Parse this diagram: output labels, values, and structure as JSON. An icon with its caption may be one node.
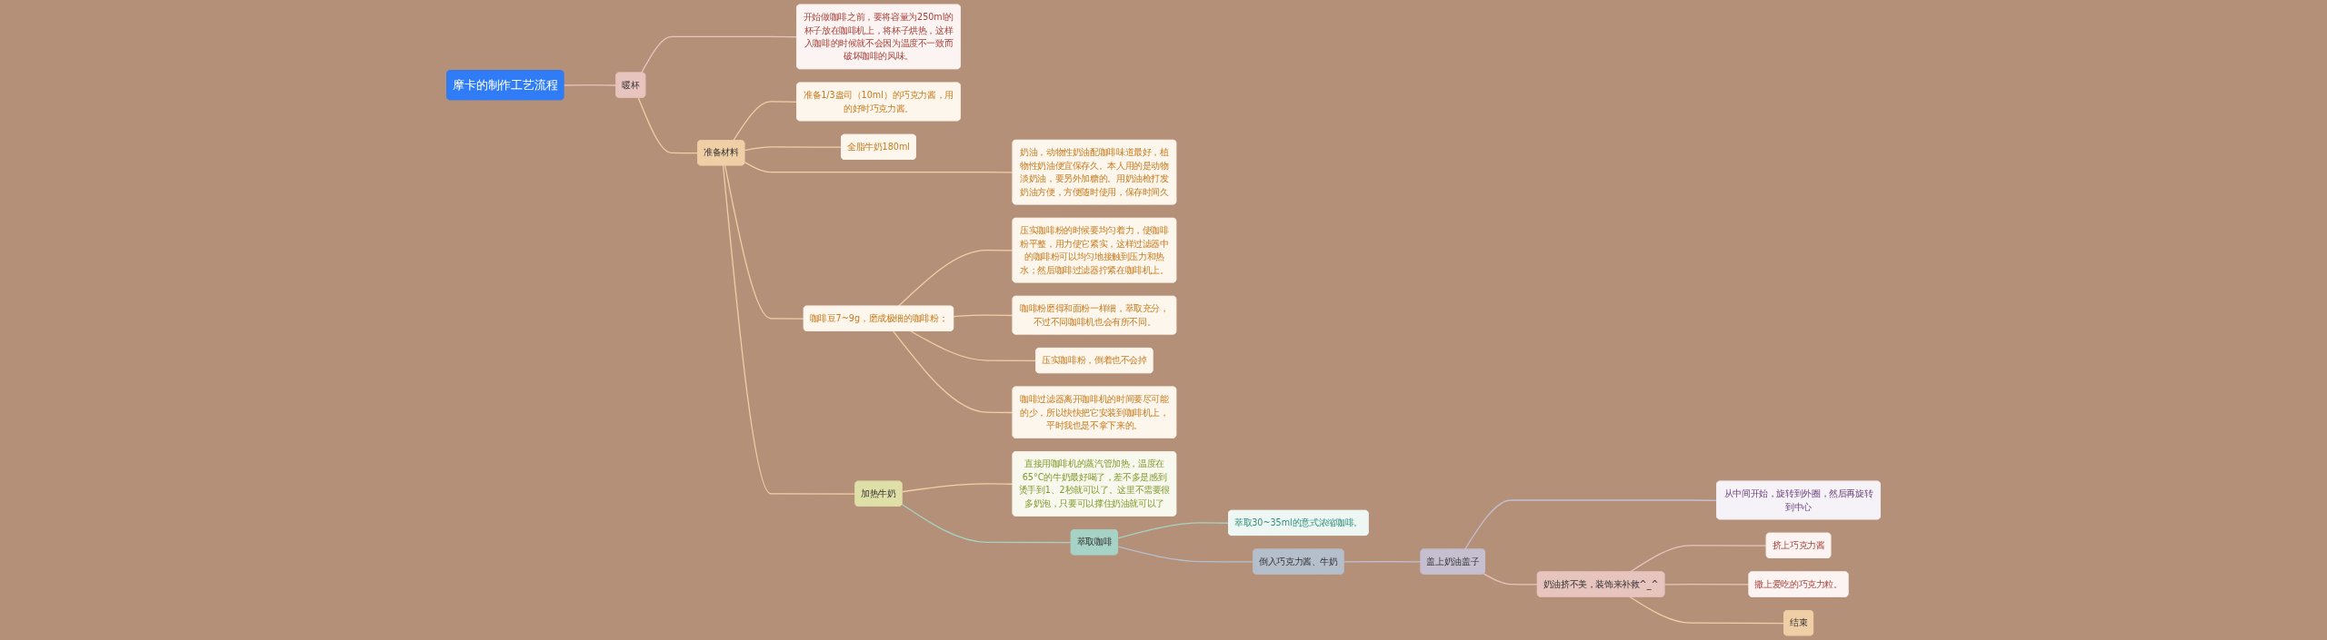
{
  "diagram": {
    "nodes": [
      {
        "text": [
          "摩卡的制作工艺流程"
        ]
      },
      {
        "text": [
          "暖杯"
        ]
      },
      {
        "text": [
          "开始做咖啡之前，要将容量为250ml的杯子放在咖啡机上，将杯子烘热，这样入咖啡的时候就不会因为温度不一致而破坏咖啡的风味。"
        ]
      },
      {
        "text": [
          "准备材料"
        ]
      },
      {
        "text": [
          "准备1/3盎司（10ml）的巧克力酱，用的好时巧克力酱。"
        ]
      },
      {
        "text": [
          "全脂牛奶180ml"
        ]
      },
      {
        "text": [
          "奶油，动物性奶油配咖啡味道最好，植物性奶油便宜保存久。本人用的是动物淡奶油，要另外加糖的。用奶油枪打发奶油方便，方便随时使用，保存时间久"
        ]
      },
      {
        "text": [
          "咖啡豆7~9g，磨成极细的咖啡粉；"
        ]
      },
      {
        "text": [
          "压实咖啡粉的时候要均匀着力，使咖啡粉平整，用力使它紧实，这样过滤器中的咖啡粉可以均匀地接触到压力和热水；然后咖啡过滤器拧紧在咖啡机上。"
        ]
      },
      {
        "text": [
          "咖啡粉磨得和面粉一样细，萃取充分，不过不同咖啡机也会有所不同。"
        ]
      },
      {
        "text": [
          "压实咖啡粉，倒着也不会掉"
        ]
      },
      {
        "text": [
          "咖啡过滤器离开咖啡机的时间要尽可能的少，所以快快把它安装到咖啡机上，平时我也是不拿下来的。"
        ]
      },
      {
        "text": [
          "加热牛奶"
        ]
      },
      {
        "text": [
          "直接用咖啡机的蒸汽管加热，温度在65°C的牛奶最好喝了，差不多是感到烫手到1、2秒就可以了。这里不需要很多奶泡，只要可以撑住奶油就可以了"
        ]
      },
      {
        "text": [
          "萃取咖啡"
        ]
      },
      {
        "text": [
          "萃取30~35ml的意式浓缩咖啡。"
        ]
      },
      {
        "text": [
          "倒入巧克力酱、牛奶"
        ]
      },
      {
        "text": [
          "盖上奶油盖子"
        ]
      },
      {
        "text": [
          "从中间开始，旋转到外圈，然后再旋转到中心"
        ]
      },
      {
        "text": [
          "奶油挤不美，装饰来补救^_^"
        ]
      },
      {
        "text": [
          "挤上巧克力酱"
        ]
      },
      {
        "text": [
          "撒上爱吃的巧克力粒。"
        ]
      },
      {
        "text": [
          "结束"
        ]
      }
    ],
    "edges": [
      {
        "from": 0,
        "to": 1,
        "arrow": "none",
        "color": "#e8c4bf"
      },
      {
        "from": 1,
        "to": 2,
        "arrow": "none",
        "color": "#e8c4bf"
      },
      {
        "from": 1,
        "to": 3,
        "arrow": "none"
      },
      {
        "from": 3,
        "to": 4,
        "arrow": "none"
      },
      {
        "from": 3,
        "to": 5,
        "arrow": "none"
      },
      {
        "from": 3,
        "to": 6,
        "arrow": "none"
      },
      {
        "from": 3,
        "to": 7,
        "arrow": "none"
      },
      {
        "from": 7,
        "to": 8,
        "arrow": "none"
      },
      {
        "from": 7,
        "to": 9,
        "arrow": "none"
      },
      {
        "from": 7,
        "to": 10,
        "arrow": "none"
      },
      {
        "from": 7,
        "to": 11,
        "arrow": "none"
      },
      {
        "from": 3,
        "to": 12,
        "arrow": "none"
      },
      {
        "from": 12,
        "to": 13,
        "arrow": "none"
      },
      {
        "from": 12,
        "to": 14,
        "arrow": "none",
        "color": "#a6d3c5"
      },
      {
        "from": 14,
        "to": 15,
        "arrow": "none",
        "color": "#a6d3c5"
      },
      {
        "from": 14,
        "to": 16,
        "arrow": "none",
        "color": "#b5bfcc"
      },
      {
        "from": 16,
        "to": 17,
        "arrow": "none",
        "color": "#c5bfd0"
      },
      {
        "from": 17,
        "to": 18,
        "arrow": "none",
        "color": "#c5bfd0"
      },
      {
        "from": 17,
        "to": 19,
        "arrow": "none",
        "color": "#e8c4bf"
      },
      {
        "from": 19,
        "to": 20,
        "arrow": "none",
        "color": "#e8c4bf"
      },
      {
        "from": 19,
        "to": 21,
        "arrow": "none",
        "color": "#e8c4bf"
      },
      {
        "from": 19,
        "to": 22,
        "arrow": "none"
      }
    ]
  }
}
